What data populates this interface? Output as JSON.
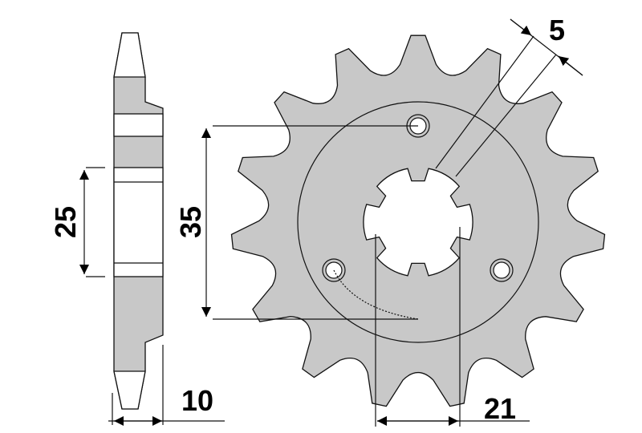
{
  "colors": {
    "part_fill": "#c8c8c8",
    "line": "#111111",
    "background": "#ffffff"
  },
  "dimensions": {
    "inner_spline": "25",
    "bolt_circle": "35",
    "thickness": "10",
    "spline_width": "21",
    "chain_width": "5"
  },
  "sprocket": {
    "teeth": 15,
    "bolt_holes": 3,
    "spline_tabs": 6
  }
}
